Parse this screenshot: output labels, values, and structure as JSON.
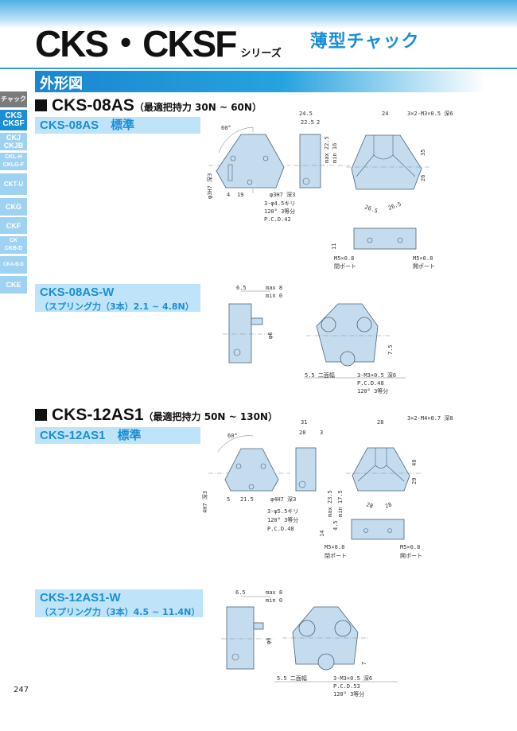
{
  "header": {
    "title": "CKS・CKSF",
    "series": "シリーズ",
    "subtitle": "薄型チャック"
  },
  "section": {
    "title": "外形図"
  },
  "sidebar": {
    "items": [
      {
        "label": "チャック",
        "state": "category"
      },
      {
        "label": "CKS\nCKSF",
        "line1": "CKS",
        "line2": "CKSF",
        "state": "active"
      },
      {
        "line1": "CKJ",
        "line2": "CKJB"
      },
      {
        "line1": "CKL-H",
        "line2": "CKLG-F"
      },
      {
        "line1": "CKT-U"
      },
      {
        "line1": "CKG"
      },
      {
        "line1": "CKF"
      },
      {
        "line1": "CK",
        "line2": "CKB-D"
      },
      {
        "line1": "CKA-B-D"
      },
      {
        "line1": "CKE"
      }
    ]
  },
  "models": [
    {
      "name": "CKS-08AS",
      "note": "（最適把持力 30N ~ 60N）",
      "variants": [
        {
          "label": "CKS-08AS　標準"
        },
        {
          "label": "CKS-08AS-W",
          "note": "（スプリング力（3本）2.1 ~ 4.8N）"
        }
      ]
    },
    {
      "name": "CKS-12AS1",
      "note": "（最適把持力 50N ~ 130N）",
      "variants": [
        {
          "label": "CKS-12AS1　標準"
        },
        {
          "label": "CKS-12AS1-W",
          "note": "（スプリング力（3本）4.5 ~ 11.4N）"
        }
      ]
    }
  ],
  "drawings": [
    {
      "labels": [
        "24.5",
        "22.5",
        "2",
        "60°",
        "φ3H7 深3",
        "4",
        "19",
        "φ3H7 深3",
        "3-φ4.5キリ",
        "120° 3等分",
        "P.C.D.42",
        "24",
        "3×2-M3×0.5 深6",
        "35",
        "26",
        "26.5",
        "26.5",
        "M5×0.8",
        "閉ポート",
        "M5×0.8",
        "開ポート",
        "11",
        "max 22.5",
        "min 16"
      ]
    },
    {
      "labels": [
        "6.5",
        "max 8",
        "min 0",
        "φ6",
        "7.5",
        "5.5 二面幅",
        "3-M3×0.5 深6",
        "P.C.D.48",
        "120° 3等分"
      ]
    },
    {
      "labels": [
        "60°",
        "5",
        "21.5",
        "φ4H7 深3",
        "3-φ5.5キリ",
        "120° 3等分",
        "P.C.D.48",
        "4H7 深3",
        "31",
        "28",
        "3",
        "max 23.5",
        "min 17.5",
        "28",
        "3×2-M4×0.7 深8",
        "40",
        "29",
        "28",
        "28",
        "M5×0.8",
        "閉ポート",
        "M5×0.8",
        "開ポート",
        "14",
        "4.5"
      ]
    },
    {
      "labels": [
        "6.5",
        "max 8",
        "min 0",
        "φ6",
        "5.5 二面幅",
        "3-M3×0.5 深6",
        "P.C.D.53",
        "120° 3等分",
        "7"
      ]
    }
  ],
  "page_number": "247",
  "colors": {
    "accent": "#1a8fd6",
    "tab_inactive": "#9fd2f0",
    "tab_category": "#7b7b7b",
    "subbar": "#bfe3f8",
    "part_fill": "#c4dced"
  }
}
